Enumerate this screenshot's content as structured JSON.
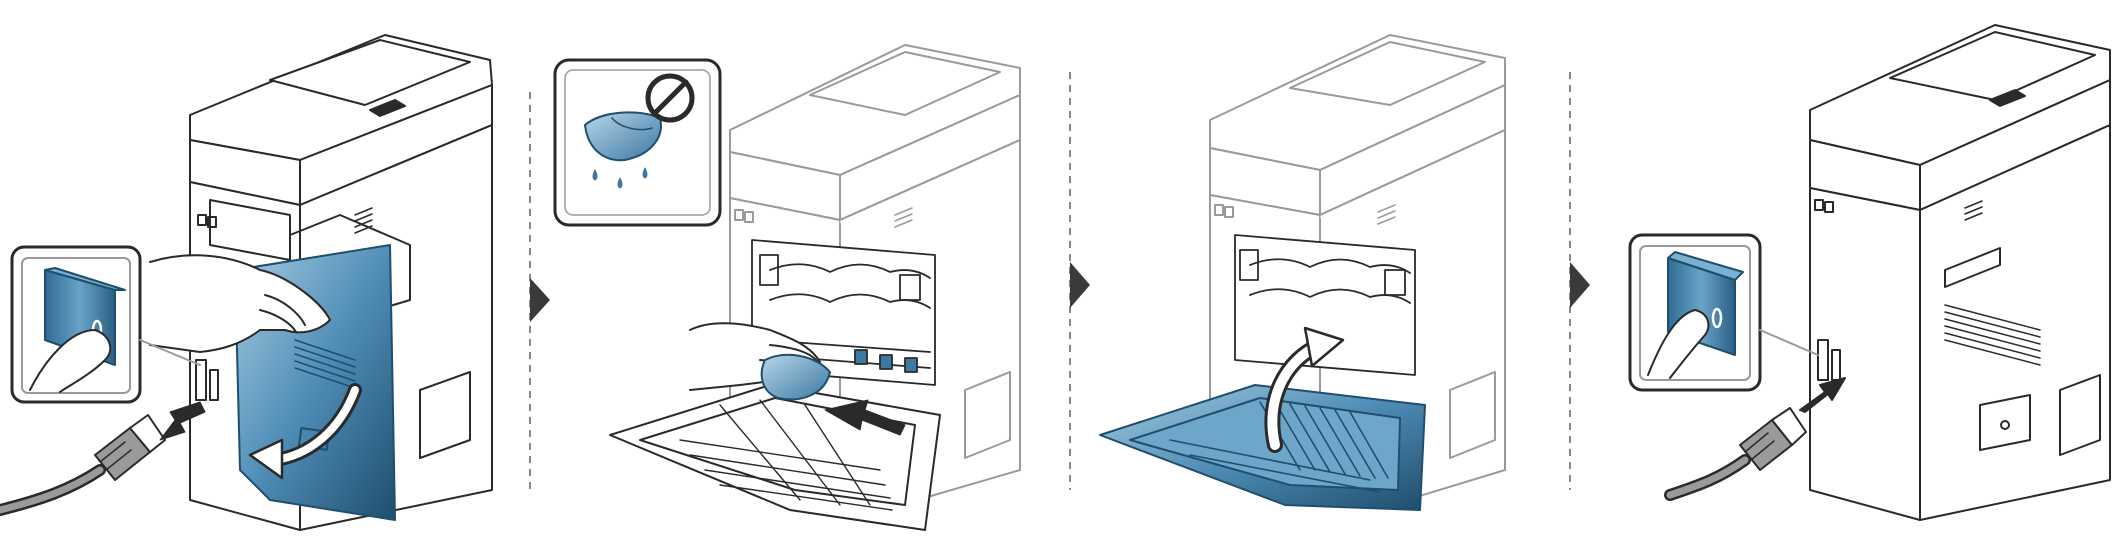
{
  "steps": [
    {
      "id": "step-1",
      "action": "power-off-unplug-open-rear-door"
    },
    {
      "id": "step-2",
      "action": "wipe-inside-with-dry-cloth"
    },
    {
      "id": "step-3",
      "action": "close-rear-door"
    },
    {
      "id": "step-4",
      "action": "plug-in-power-on"
    }
  ],
  "icons": {
    "no_liquid": "no-wet-cloth-icon",
    "power_switch": "power-switch-icon",
    "power_cord": "power-cord-icon",
    "arrow": "step-arrow-icon"
  },
  "colors": {
    "accent": "#3d7aa3",
    "accent_light": "#8bb7d2",
    "accent_dark": "#1f4e6e",
    "line": "#2a2a2a",
    "line_light": "#9a9a9a",
    "separator": "#888888"
  }
}
